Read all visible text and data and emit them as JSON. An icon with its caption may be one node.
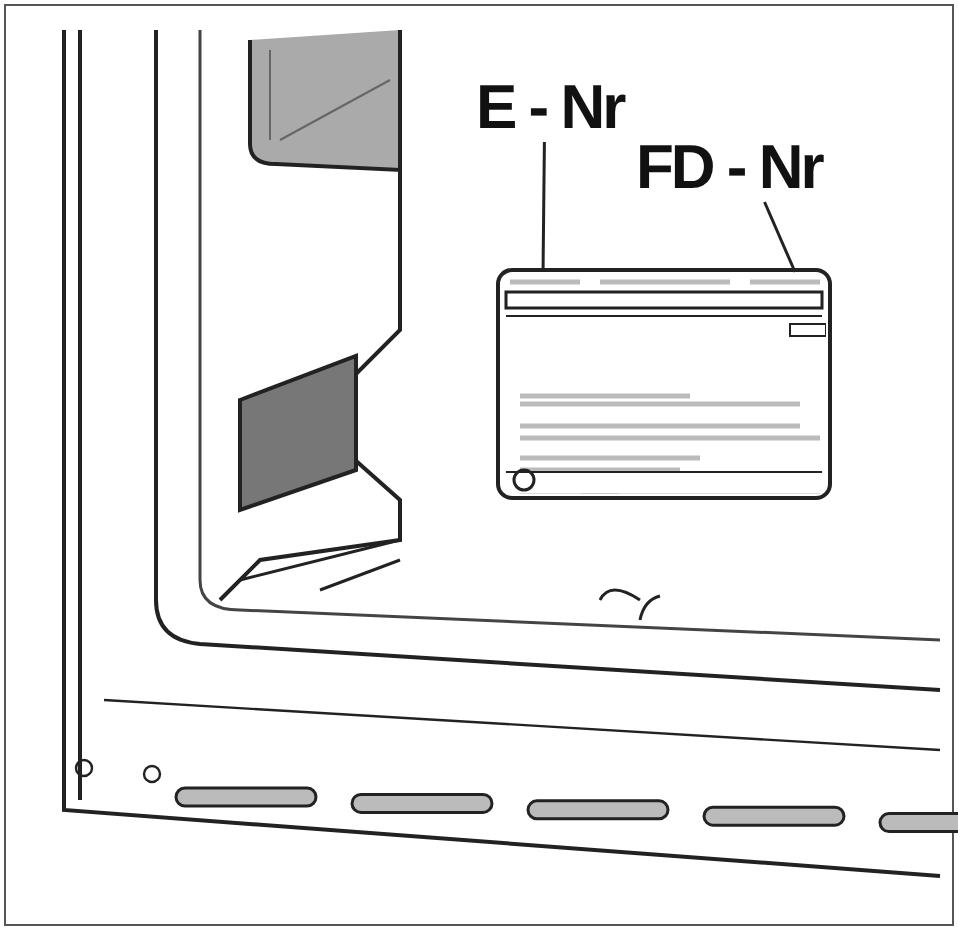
{
  "diagram": {
    "nodes": [
      {
        "text": [
          "E - Nr"
        ]
      },
      {
        "text": [
          "FD - Nr"
        ]
      },
      {
        "text": [],
        "shape": "box"
      }
    ],
    "edges": [
      {
        "from": 0,
        "to": 2,
        "arrow": "none"
      },
      {
        "from": 1,
        "to": 2,
        "arrow": "none"
      }
    ]
  }
}
